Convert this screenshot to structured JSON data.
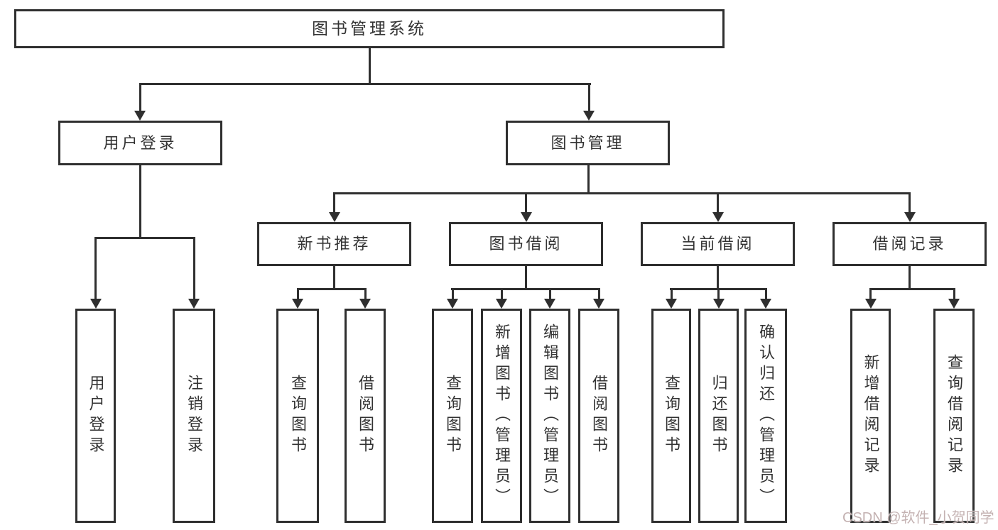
{
  "colors": {
    "line": "#2f2f2f",
    "text": "#333333",
    "watermark": "#c4b2b2",
    "background": "#ffffff"
  },
  "watermark": {
    "text": "CSDN @软件_小贺同学"
  },
  "tree": {
    "root": "图书管理系统",
    "user_login": "用户登录",
    "book_mgmt": "图书管理",
    "new_book": "新书推荐",
    "book_borrow": "图书借阅",
    "current_borrow": "当前借阅",
    "borrow_record": "借阅记录",
    "leaves": {
      "user_login": [
        "用户登录",
        "注销登录"
      ],
      "new_book": [
        "查询图书",
        "借阅图书"
      ],
      "book_borrow": [
        "查询图书",
        "新增图书（管理员）",
        "编辑图书（管理员）",
        "借阅图书"
      ],
      "current_borrow": [
        "查询图书",
        "归还图书",
        "确认归还（管理员）"
      ],
      "borrow_record": [
        "新增借阅记录",
        "查询借阅记录"
      ]
    }
  }
}
